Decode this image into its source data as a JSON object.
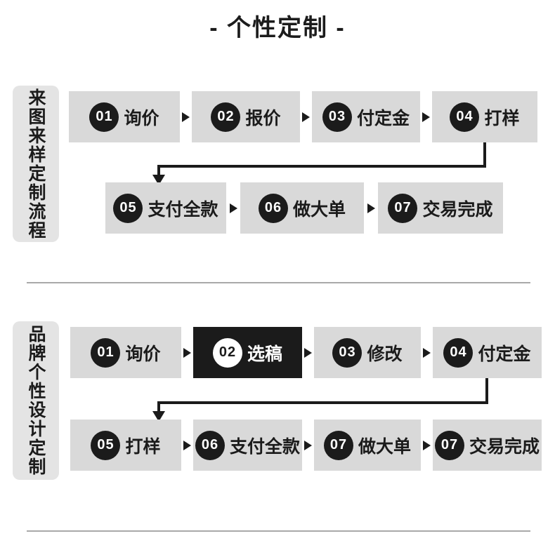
{
  "page": {
    "title": "- 个性定制 -"
  },
  "colors": {
    "page_bg": "#ffffff",
    "ink": "#1b1b1b",
    "step_box_bg": "#d9d9d9",
    "section_label_bg": "#e4e4e4",
    "highlight_box_bg": "#1b1b1b",
    "highlight_text": "#ffffff",
    "badge_bg": "#1b1b1b",
    "badge_text": "#ffffff",
    "divider": "#a9a9a9"
  },
  "icons": {
    "arrow_right": "►",
    "arrow_down": "▼"
  },
  "sections": [
    {
      "label": "来图来样定制流程",
      "rows": [
        {
          "steps": [
            {
              "num": "01",
              "label": "询价"
            },
            {
              "num": "02",
              "label": "报价"
            },
            {
              "num": "03",
              "label": "付定金"
            },
            {
              "num": "04",
              "label": "打样"
            }
          ]
        },
        {
          "steps": [
            {
              "num": "05",
              "label": "支付全款"
            },
            {
              "num": "06",
              "label": "做大单"
            },
            {
              "num": "07",
              "label": "交易完成"
            }
          ]
        }
      ]
    },
    {
      "label": "品牌个性设计定制",
      "rows": [
        {
          "steps": [
            {
              "num": "01",
              "label": "询价"
            },
            {
              "num": "02",
              "label": "选稿",
              "highlight": true
            },
            {
              "num": "03",
              "label": "修改"
            },
            {
              "num": "04",
              "label": "付定金"
            }
          ]
        },
        {
          "steps": [
            {
              "num": "05",
              "label": "打样"
            },
            {
              "num": "06",
              "label": "支付全款"
            },
            {
              "num": "07",
              "label": "做大单"
            },
            {
              "num": "07",
              "label": "交易完成"
            }
          ]
        }
      ]
    }
  ]
}
